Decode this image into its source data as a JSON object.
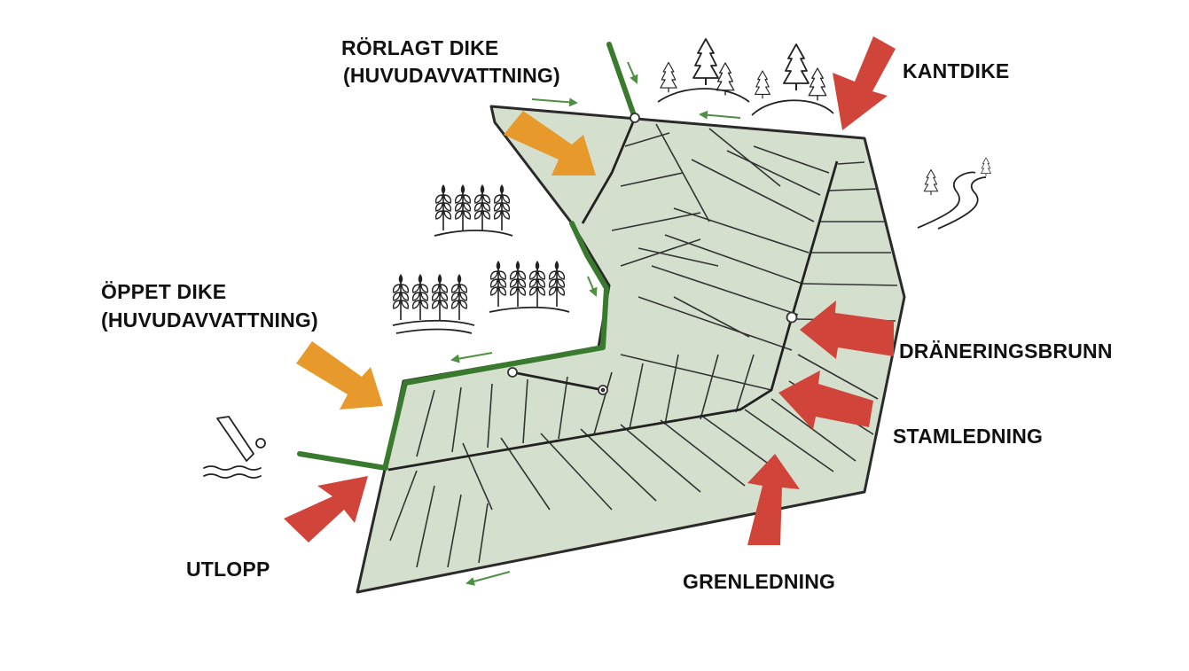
{
  "labels": {
    "rorlagt_dike_line1": "RÖRLAGT DIKE",
    "rorlagt_dike_line2": "(HUVUDAVVATTNING)",
    "kantdike": "KANTDIKE",
    "oppet_dike_line1": "ÖPPET DIKE",
    "oppet_dike_line2": "(HUVUDAVVATTNING)",
    "draneringsbrunn": "DRÄNERINGSBRUNN",
    "stamledning": "STAMLEDNING",
    "utlopp": "UTLOPP",
    "grenledning": "GRENLEDNING"
  },
  "colors": {
    "field": "#d4dfce",
    "field_outline": "#2a2a2a",
    "ditch": "#3a7a2e",
    "arrow_red": "#d0443a",
    "arrow_orange": "#e79a2b",
    "flow_arrow": "#4f8f43",
    "pipe": "#222222"
  },
  "icons": {
    "forest": "pine-trees-icon",
    "wheat": "wheat-field-icon",
    "stream": "stream-with-trees-icon",
    "swimmer": "swimmer-icon"
  }
}
